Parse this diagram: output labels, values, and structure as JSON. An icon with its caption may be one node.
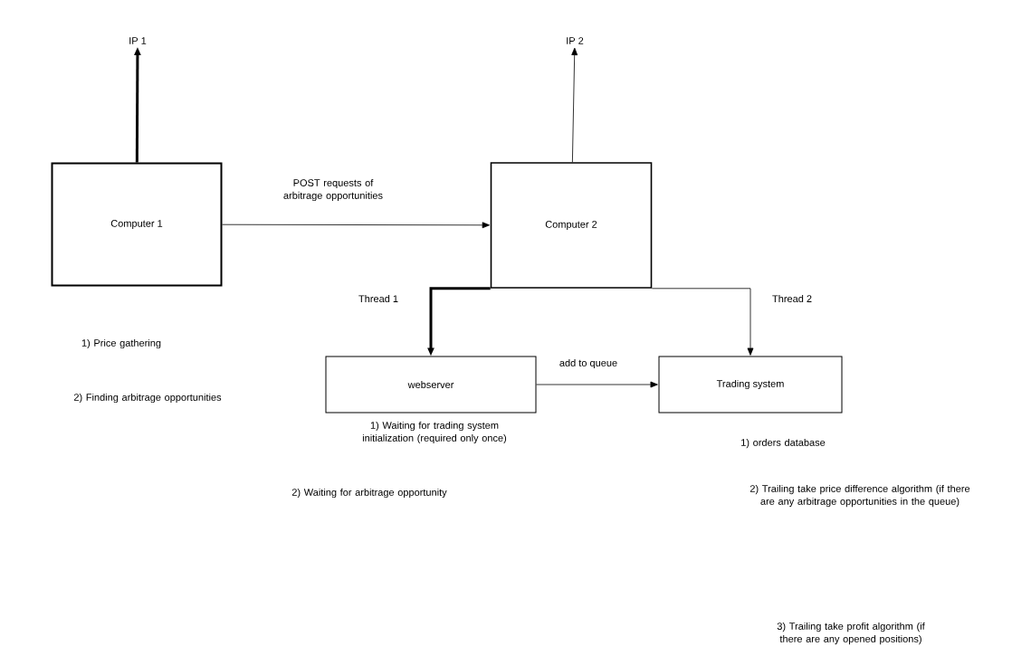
{
  "diagram": {
    "nodes": [
      {
        "text": [
          "IP 1"
        ]
      },
      {
        "text": [
          "IP 2"
        ]
      },
      {
        "text": [
          "Computer 1"
        ]
      },
      {
        "text": [
          "Computer 2"
        ]
      },
      {
        "text": [
          "webserver"
        ],
        "beside": [
          "1) Waiting for trading system initialization (required only once)"
        ]
      },
      {
        "text": [
          "Trading system"
        ],
        "beside": [
          "1) orders database",
          "2) Trailing take price difference algorithm (if there are any arbitrage opportunities in the queue)"
        ]
      }
    ],
    "labels": [
      "1) Price gathering",
      "2) Finding arbitrage opportunities",
      "2) Waiting for arbitrage opportunity",
      "3) Trailing take profit algorithm (if there are any opened positions)"
    ],
    "edges": [
      {
        "from": 2,
        "to": 0,
        "arrow": "to",
        "style": "thick"
      },
      {
        "from": 3,
        "to": 1,
        "arrow": "to"
      },
      {
        "from": 2,
        "to": 3,
        "arrow": "to",
        "label": "POST requests of arbitrage opportunities"
      },
      {
        "from": 3,
        "to": 4,
        "arrow": "to",
        "label": "Thread 1",
        "style": "thick"
      },
      {
        "from": 3,
        "to": 5,
        "arrow": "to",
        "label": "Thread 2"
      },
      {
        "from": 4,
        "to": 5,
        "arrow": "to",
        "label": "add to queue"
      }
    ]
  }
}
